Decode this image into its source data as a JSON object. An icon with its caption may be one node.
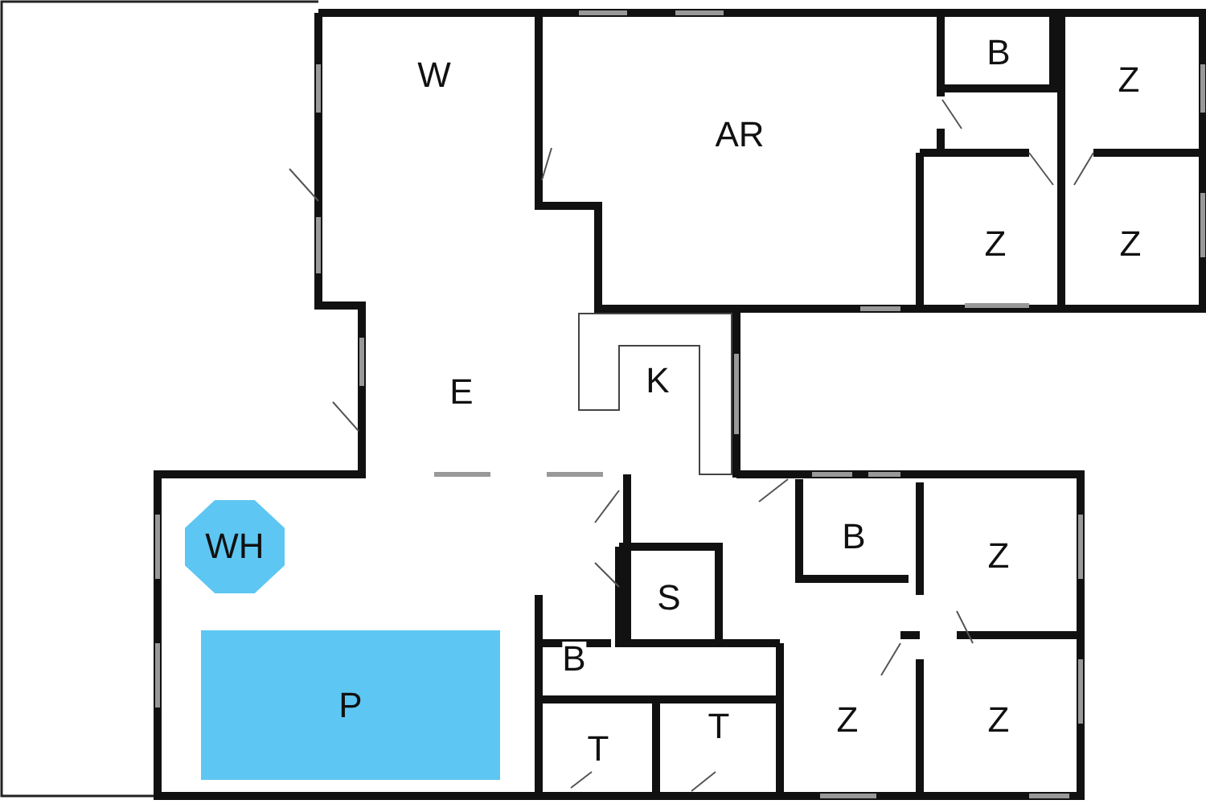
{
  "diagram": {
    "nodes": [
      {
        "text": [
          "WH"
        ]
      },
      {
        "text": [
          "P"
        ]
      }
    ],
    "labels": [
      "B",
      "W",
      "Z",
      "AR",
      "Z",
      "Z",
      "K",
      "E",
      "B",
      "Z",
      "S",
      "B",
      "T",
      "T",
      "Z",
      "Z"
    ]
  }
}
